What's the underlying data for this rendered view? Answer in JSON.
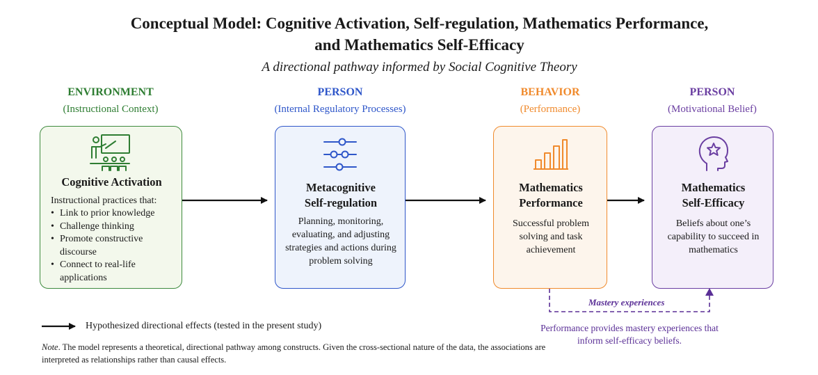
{
  "header": {
    "title_line1": "Conceptual Model: Cognitive Activation, Self-regulation, Mathematics Performance,",
    "title_line2": "and Mathematics Self-Efficacy",
    "subtitle": "A directional pathway informed by Social Cognitive Theory"
  },
  "columns": [
    {
      "category": "ENVIRONMENT",
      "sub": "(Instructional Context)",
      "color": "#2e7d32",
      "icon": "teacher-presentation-icon",
      "title": "Cognitive Activation",
      "intro": "Instructional practices that:",
      "bullets": [
        "Link to prior knowledge",
        "Challenge thinking",
        "Promote constructive discourse",
        "Connect to real-life applications"
      ]
    },
    {
      "category": "PERSON",
      "sub": "(Internal Regulatory Processes)",
      "color": "#2e56c9",
      "icon": "sliders-icon",
      "title_line1": "Metacognitive",
      "title_line2": "Self-regulation",
      "text": "Planning, monitoring, evaluating, and adjusting strategies and actions during problem solving"
    },
    {
      "category": "BEHAVIOR",
      "sub": "(Performance)",
      "color": "#f08a2c",
      "icon": "bar-chart-icon",
      "title_line1": "Mathematics",
      "title_line2": "Performance",
      "text": "Successful problem solving and task achievement"
    },
    {
      "category": "PERSON",
      "sub": "(Motivational Belief)",
      "color": "#6a3ea1",
      "icon": "head-star-icon",
      "title_line1": "Mathematics",
      "title_line2": "Self-Efficacy",
      "text": "Beliefs about one’s capability to succeed in mathematics"
    }
  ],
  "feedback": {
    "label": "Mastery experiences",
    "note": "Performance provides mastery experiences that inform self-efficacy beliefs.",
    "color": "#5a2f96"
  },
  "legend": {
    "arrow_text": "Hypothesized directional effects (tested in the present study)"
  },
  "note": {
    "prefix": "Note",
    "text": ". The model represents a theoretical, directional pathway among constructs. Given the cross-sectional nature of the data, the associations are interpreted as relationships rather than causal effects."
  }
}
